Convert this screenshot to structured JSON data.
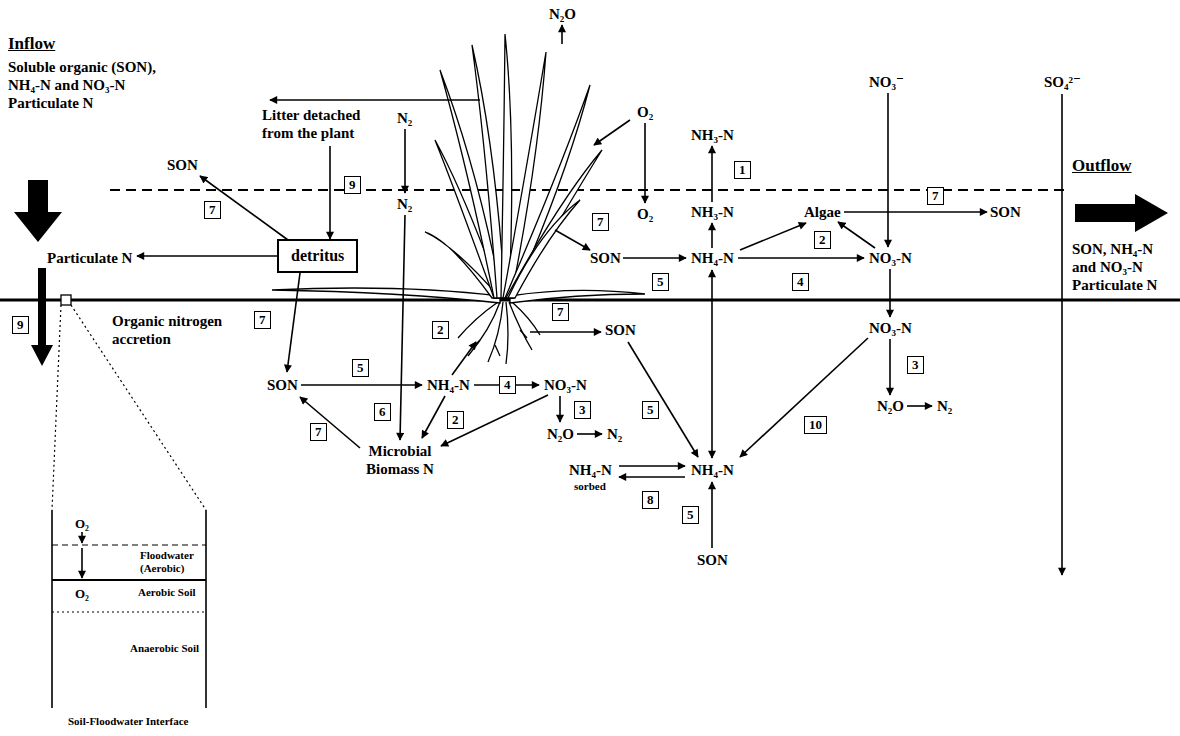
{
  "diagram": {
    "nodes": [
      {
        "text": [
          "1"
        ]
      },
      {
        "text": [
          "9"
        ]
      },
      {
        "text": [
          "7"
        ]
      },
      {
        "text": [
          "7"
        ]
      },
      {
        "text": [
          "7"
        ]
      },
      {
        "text": [
          "2"
        ]
      },
      {
        "text": [
          "detritus"
        ]
      },
      {
        "text": [
          "5"
        ]
      },
      {
        "text": [
          "4"
        ]
      },
      {
        "text": [
          "7"
        ]
      },
      {
        "text": [
          "7"
        ]
      },
      {
        "text": [
          "9"
        ]
      },
      {
        "text": [
          "2"
        ]
      },
      {
        "text": [
          "3"
        ]
      },
      {
        "text": [
          "5"
        ]
      },
      {
        "text": [
          "4"
        ]
      },
      {
        "text": [
          "3"
        ]
      },
      {
        "text": [
          "5"
        ]
      },
      {
        "text": [
          "6"
        ]
      },
      {
        "text": [
          "2"
        ]
      },
      {
        "text": [
          "10"
        ]
      },
      {
        "text": [
          "7"
        ]
      },
      {
        "text": [
          "8"
        ]
      },
      {
        "text": [
          "5"
        ]
      }
    ],
    "labels": [
      "Inflow",
      "Soluble organic (SON), NH₄-N and NO₃-N Particulate N",
      "N₂O",
      "NO₃⁻",
      "SO₄²⁻",
      "Litter detached from the plant",
      "O₂",
      "N₂",
      "NH₃-N",
      "SON",
      "Outflow",
      "N₂",
      "O₂",
      "NH₃-N",
      "Algae",
      "SON",
      "SON, NH₄-N and NO₃-N Particulate N",
      "Particulate N",
      "SON",
      "NH₄-N",
      "NO₃-N",
      "Organic nitrogen accretion",
      "NO₃-N",
      "SON",
      "SON",
      "NH₄-N",
      "NO₃-N",
      "N₂O",
      "N₂",
      "N₂O",
      "N₂",
      "Microbial Biomass N",
      "NH₄-N",
      "sorbed",
      "NH₄-N",
      "SON",
      "O₂",
      "Floodwater (Aerobic)",
      "O₂",
      "Aerobic Soil",
      "Anaerobic Soil",
      "Soil-Floodwater Interface"
    ]
  }
}
